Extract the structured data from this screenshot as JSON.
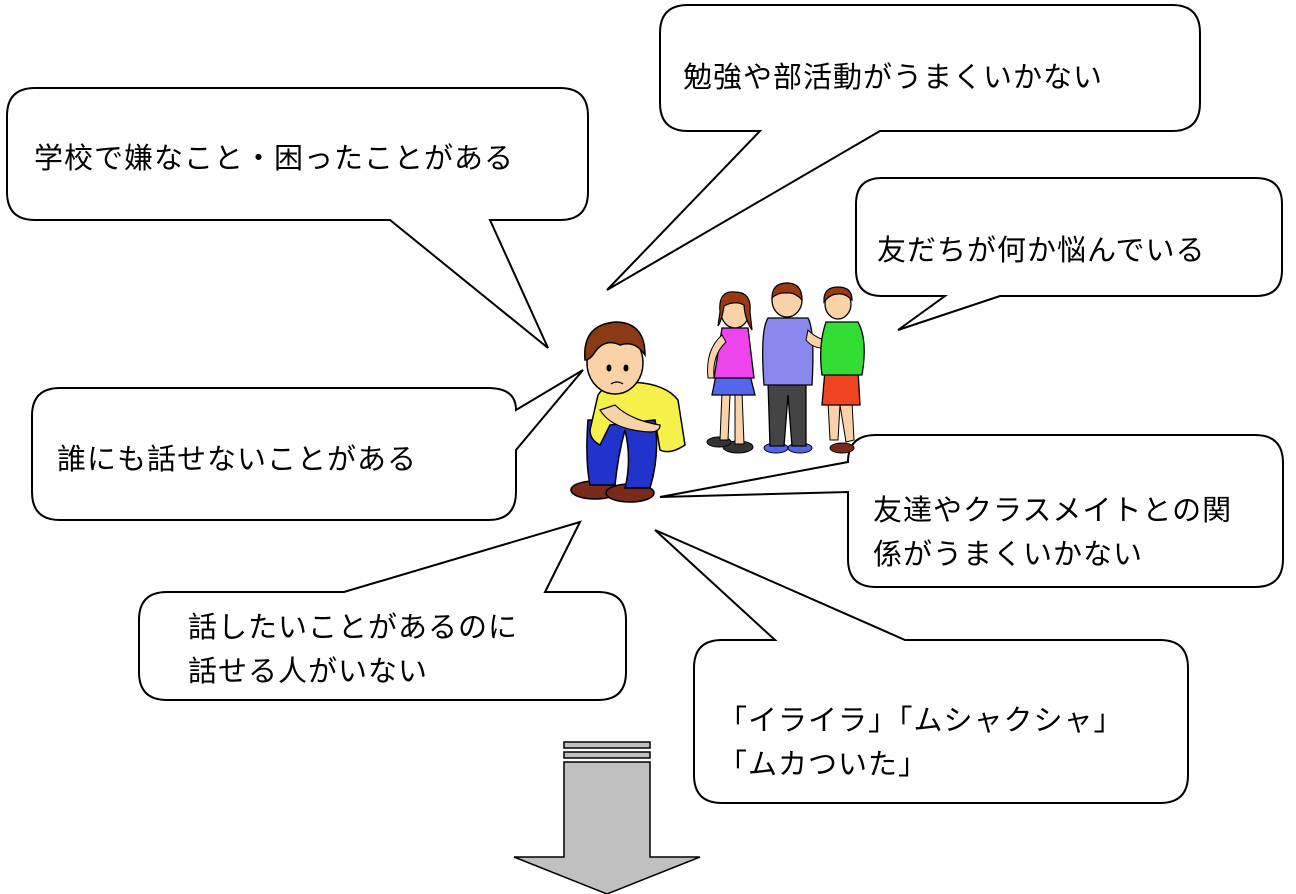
{
  "bubbles": {
    "school_trouble": "学校で嫌なこと・困ったことがある",
    "study_club": "勉強や部活動がうまくいかない",
    "friend_worry": "友だちが何か悩んでいる",
    "cannot_tell": "誰にも話せないことがある",
    "relationships": {
      "line1": "友達やクラスメイトとの関",
      "line2": "係がうまくいかない"
    },
    "no_one_to_talk": {
      "line1": "話したいことがあるのに",
      "line2": "話せる人がいない"
    },
    "irritation": {
      "line1": "「イライラ」「ムシャクシャ」",
      "line2": "「ムカついた」"
    }
  },
  "colors": {
    "bubble_fill": "#ffffff",
    "bubble_stroke": "#000000",
    "arrow_fill": "#c0c0c0",
    "boy_shirt": "#f5f04a",
    "boy_pants": "#2233cc",
    "girl_top": "#ee44ee",
    "middle_shirt": "#8888ee",
    "right_shirt": "#33dd33",
    "right_shorts": "#ee4422"
  },
  "icons": {
    "sitting_boy": "sad-sitting-boy-illustration",
    "group": "group-of-three-children-illustration",
    "arrow": "down-arrow"
  }
}
